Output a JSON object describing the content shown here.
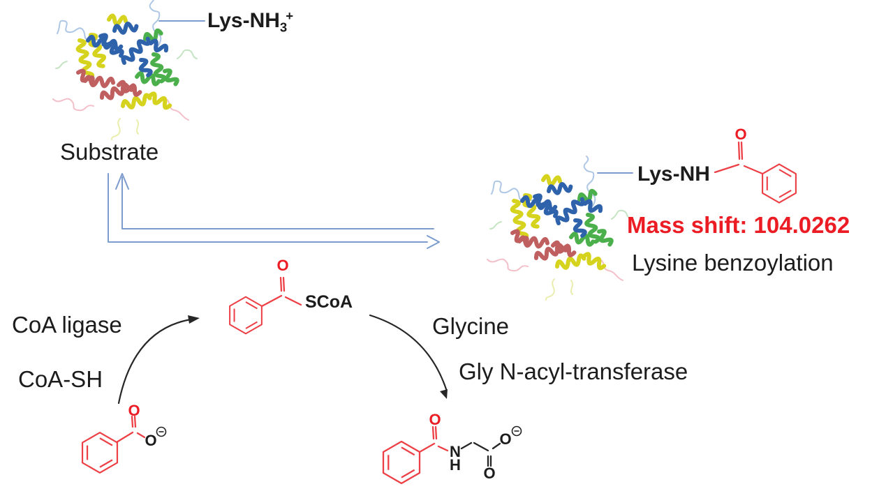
{
  "labels": {
    "substrate": "Substrate",
    "lys_free_main": "Lys-NH",
    "lys_free_sub": "3",
    "lys_free_sup": "+",
    "lys_modified": "Lys-NH",
    "mass_shift": "Mass shift: 104.0262",
    "modification": "Lysine benzoylation",
    "enzyme_coa_ligase": "CoA ligase",
    "coenzyme_coa_sh": "CoA-SH",
    "thioester_group": "SCoA",
    "cosubstrate_glycine": "Glycine",
    "enzyme_gly_transferase": "Gly N-acyl-transferase"
  },
  "atoms": {
    "oxygen": "O",
    "nitrogen": "N",
    "hydrogen": "H"
  },
  "colors": {
    "structure_red": "#ed4046",
    "oxygen_red": "#ec1c24",
    "mass_shift_red": "#ec1c24",
    "arrow_blue": "#7b9ccd",
    "arrow_black": "#262626",
    "text_black": "#1c1c1c",
    "protein_blue": "#2e62ab",
    "protein_green": "#4bb04b",
    "protein_yellow": "#d6d31f",
    "protein_salmon": "#bf5f5f"
  }
}
